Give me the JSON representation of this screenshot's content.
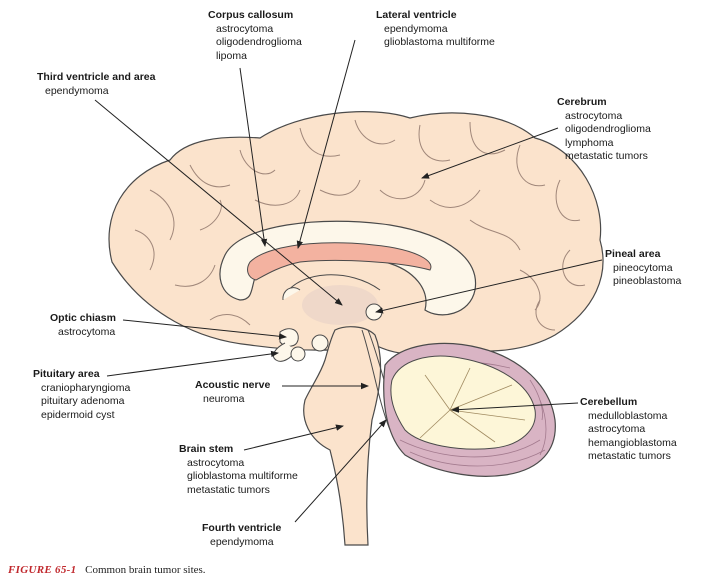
{
  "labels": {
    "corpus_callosum": {
      "title": "Corpus callosum",
      "items": [
        "astrocytoma",
        "oligodendroglioma",
        "lipoma"
      ]
    },
    "lateral_ventricle": {
      "title": "Lateral ventricle",
      "items": [
        "ependymoma",
        "glioblastoma multiforme"
      ]
    },
    "third_ventricle": {
      "title": "Third ventricle and area",
      "items": [
        "ependymoma"
      ]
    },
    "cerebrum": {
      "title": "Cerebrum",
      "items": [
        "astrocytoma",
        "oligodendroglioma",
        "lymphoma",
        "metastatic tumors"
      ]
    },
    "pineal_area": {
      "title": "Pineal area",
      "items": [
        "pineocytoma",
        "pineoblastoma"
      ]
    },
    "optic_chiasm": {
      "title": "Optic chiasm",
      "items": [
        "astrocytoma"
      ]
    },
    "pituitary_area": {
      "title": "Pituitary area",
      "items": [
        "craniopharyngioma",
        "pituitary adenoma",
        "epidermoid cyst"
      ]
    },
    "acoustic_nerve": {
      "title": "Acoustic nerve",
      "items": [
        "neuroma"
      ]
    },
    "cerebellum": {
      "title": "Cerebellum",
      "items": [
        "medulloblastoma",
        "astrocytoma",
        "hemangioblastoma",
        "metastatic tumors"
      ]
    },
    "brain_stem": {
      "title": "Brain stem",
      "items": [
        "astrocytoma",
        "glioblastoma multiforme",
        "metastatic tumors"
      ]
    },
    "fourth_ventricle": {
      "title": "Fourth ventricle",
      "items": [
        "ependymoma"
      ]
    }
  },
  "caption": {
    "figure": "FIGURE 65-1",
    "text": "Common brain tumor sites."
  },
  "colors": {
    "cortex": "#fbe3cc",
    "inner": "#fdf7ea",
    "ventricle": "#f3b2a0",
    "thalamus": "#ecd6c8",
    "cerebellum_rim": "#d9b4c4",
    "cerebellum_core": "#fdf6d8",
    "outline": "#4a4a4a",
    "caption_red": "#c0282d"
  }
}
